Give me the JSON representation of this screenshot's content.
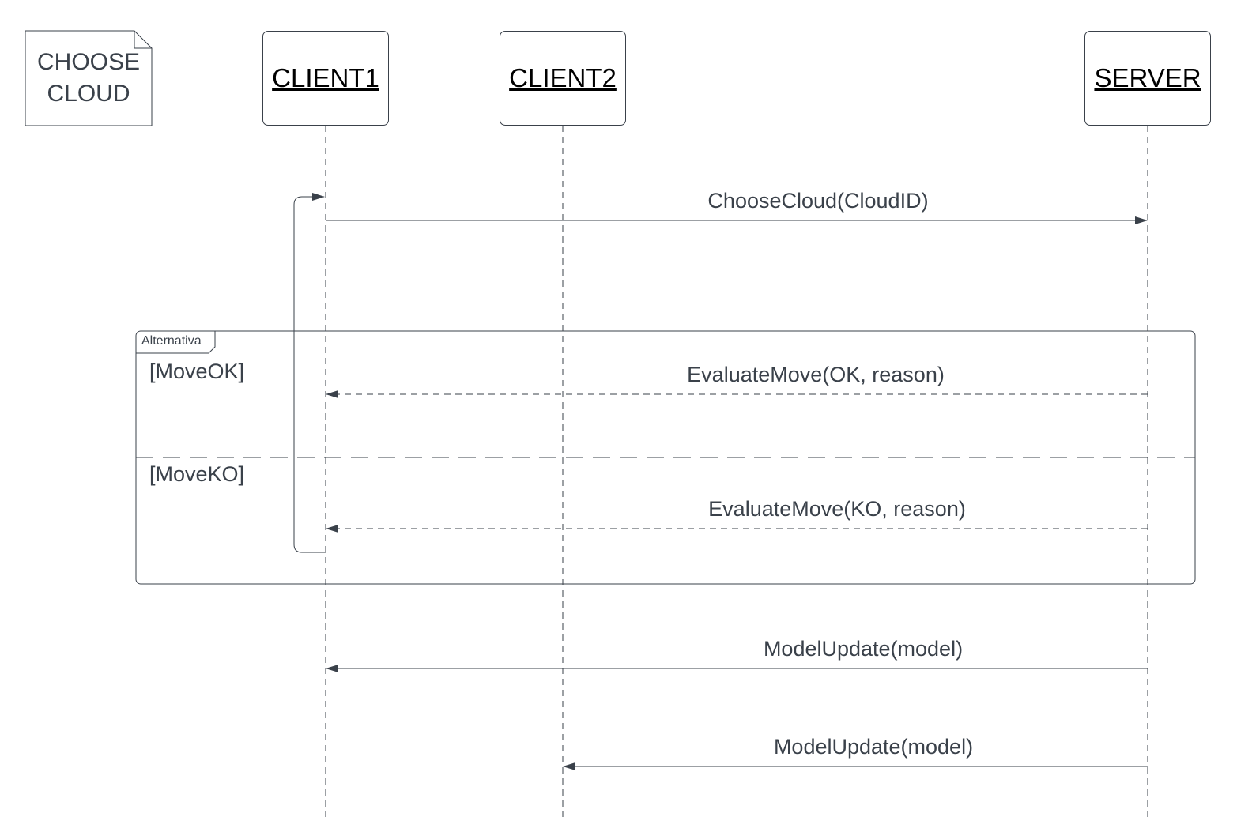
{
  "note": {
    "text": "CHOOSE\nCLOUD"
  },
  "participants": {
    "client1": "CLIENT1",
    "client2": "CLIENT2",
    "server": "SERVER"
  },
  "fragment": {
    "operator": "Alternativa",
    "guards": [
      "[MoveOK]",
      "[MoveKO]"
    ]
  },
  "messages": [
    {
      "label": "ChooseCloud(CloudID)",
      "from": "CLIENT1",
      "to": "SERVER",
      "style": "solid"
    },
    {
      "label": "EvaluateMove(OK, reason)",
      "from": "SERVER",
      "to": "CLIENT1",
      "style": "dashed"
    },
    {
      "label": "EvaluateMove(KO, reason)",
      "from": "SERVER",
      "to": "CLIENT1",
      "style": "dashed"
    },
    {
      "label": "ModelUpdate(model)",
      "from": "SERVER",
      "to": "CLIENT1",
      "style": "solid"
    },
    {
      "label": "ModelUpdate(model)",
      "from": "SERVER",
      "to": "CLIENT2",
      "style": "solid"
    }
  ],
  "colors": {
    "line": "#3a414a",
    "participant_text": "#000000"
  }
}
